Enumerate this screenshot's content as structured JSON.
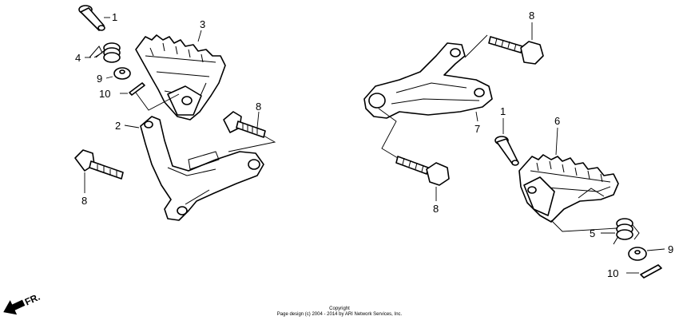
{
  "callouts": {
    "pin_left": "1",
    "spring_left": "4",
    "washer_left": "9",
    "cotter_left": "10",
    "footpeg_left": "3",
    "bracket_left": "2",
    "bolt_left_upper": "8",
    "bolt_left_lower": "8",
    "bolt_right_upper": "8",
    "bracket_right": "7",
    "bolt_right_lower": "8",
    "pin_right": "1",
    "footpeg_right": "6",
    "spring_right": "5",
    "washer_right": "9",
    "cotter_right": "10"
  },
  "direction_label": "FR.",
  "copyright": {
    "line1": "Copyright",
    "line2": "Page design (c) 2004 - 2014 by ARI Network Services, Inc."
  }
}
